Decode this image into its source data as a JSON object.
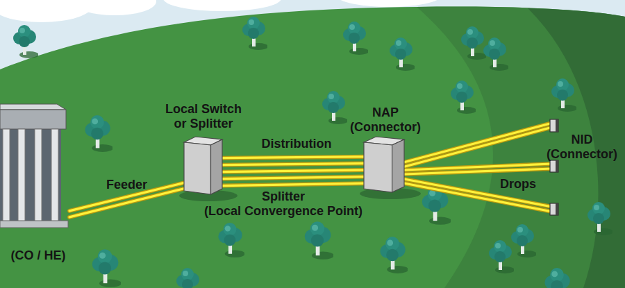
{
  "diagram": {
    "nodes": [
      {
        "text": [
          "(CO / HE)"
        ]
      },
      {
        "text": [
          "Local Switch or Splitter"
        ]
      },
      {
        "text": [
          "NAP (Connector)"
        ]
      },
      {
        "text": [
          "NID (Connector)"
        ]
      }
    ],
    "edges": [
      {
        "from": 0,
        "to": 1,
        "arrow": "none",
        "label": "Feeder"
      },
      {
        "from": 1,
        "to": 2,
        "arrow": "none",
        "label": "Distribution"
      },
      {
        "from": 2,
        "to": 3,
        "arrow": "none"
      }
    ],
    "labels": [
      "Drops",
      "Splitter (Local Convergence Point)"
    ]
  }
}
